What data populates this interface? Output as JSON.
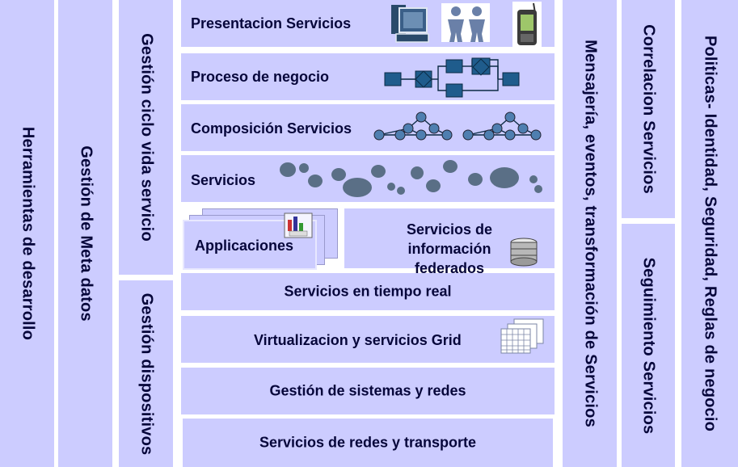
{
  "columns": {
    "herramientas": "Herramientas de desarrollo",
    "meta_datos": "Gestión de Meta datos",
    "ciclo_vida": "Gestión ciclo vida servicio",
    "dispositivos": "Gestión dispositivos",
    "mensajeria": "Mensajería, eventos, transformación de Servicios",
    "correlacion": "Correlacion Servicios",
    "seguimiento": "Seguimiento Servicios",
    "politicas": "Politicas-  Identidad, Seguridad, Reglas de negocio"
  },
  "layers": {
    "presentacion": "Presentacion Servicios",
    "proceso": "Proceso de negocio",
    "composicion": "Composición Servicios",
    "servicios": "Servicios",
    "aplicaciones": "Applicaciones",
    "informacion": "Servicios de información federados",
    "tiempo_real": "Servicios en tiempo real",
    "virtualizacion": "Virtualizacion y servicios Grid",
    "sistemas_redes": "Gestión de sistemas y redes",
    "redes_transporte": "Servicios de redes y transporte"
  },
  "colors": {
    "block_fill": "#ccccff",
    "text": "#06063a",
    "icon_blue": "#1f5c8c"
  }
}
